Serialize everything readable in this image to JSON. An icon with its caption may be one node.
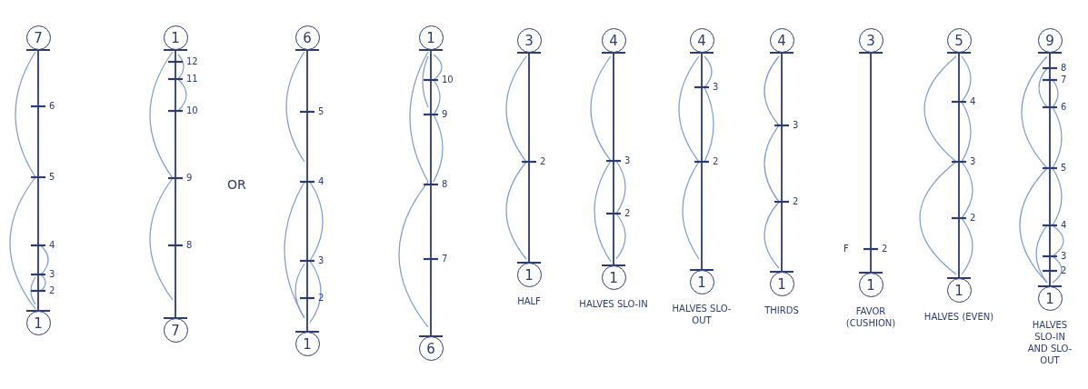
{
  "diagram": {
    "nodes": [
      {
        "text": [
          "7"
        ]
      },
      {
        "text": [
          "1"
        ]
      },
      {
        "text": [
          "1"
        ]
      },
      {
        "text": [
          "7"
        ]
      },
      {
        "text": [
          "6"
        ]
      },
      {
        "text": [
          "1"
        ]
      },
      {
        "text": [
          "1"
        ]
      },
      {
        "text": [
          "6"
        ]
      },
      {
        "text": [
          "3"
        ]
      },
      {
        "text": [
          "1"
        ]
      },
      {
        "text": [
          "4"
        ]
      },
      {
        "text": [
          "1"
        ]
      },
      {
        "text": [
          "4"
        ]
      },
      {
        "text": [
          "1"
        ]
      },
      {
        "text": [
          "4"
        ]
      },
      {
        "text": [
          "1"
        ]
      },
      {
        "text": [
          "3"
        ]
      },
      {
        "text": [
          "1"
        ]
      },
      {
        "text": [
          "5"
        ]
      },
      {
        "text": [
          "1"
        ]
      },
      {
        "text": [
          "9"
        ]
      },
      {
        "text": [
          "1"
        ]
      }
    ],
    "edges": [
      {
        "from": 0,
        "to": 1,
        "arrow": "other"
      },
      {
        "from": 2,
        "to": 3,
        "arrow": "other"
      },
      {
        "from": 4,
        "to": 5,
        "arrow": "other"
      },
      {
        "from": 6,
        "to": 7,
        "arrow": "other"
      },
      {
        "from": 8,
        "to": 9,
        "arrow": "other"
      },
      {
        "from": 10,
        "to": 11,
        "arrow": "other"
      },
      {
        "from": 12,
        "to": 13,
        "arrow": "other"
      },
      {
        "from": 14,
        "to": 15,
        "arrow": "other"
      },
      {
        "from": 16,
        "to": 17,
        "arrow": "other"
      },
      {
        "from": 18,
        "to": 19,
        "arrow": "other"
      },
      {
        "from": 20,
        "to": 21,
        "arrow": "other"
      }
    ],
    "labels": [
      "6",
      "5",
      "4",
      "3",
      "2",
      "12",
      "11",
      "10",
      "9",
      "8",
      "OR",
      "5",
      "4",
      "3",
      "2",
      "10",
      "9",
      "8",
      "7",
      "2",
      "HALF",
      "3",
      "2",
      "HALVES SLO-IN",
      "3",
      "2",
      "HALVES SLO-OUT",
      "3",
      "2",
      "THIRDS",
      "F",
      "2",
      "FAVOR (CUSHION)",
      "4",
      "3",
      "2",
      "HALVES (EVEN)",
      "8",
      "7",
      "6",
      "5",
      "4",
      "3",
      "2",
      "HALVES SLO-IN AND SLO-OUT"
    ]
  }
}
